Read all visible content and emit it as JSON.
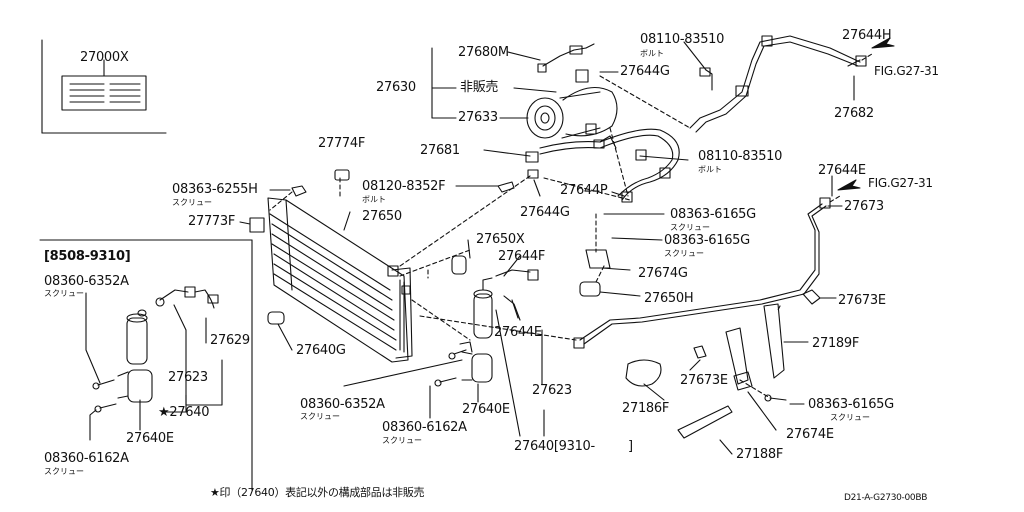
{
  "diagram": {
    "inset_box": {
      "title": "[8508-9310]",
      "labels": [
        "08360-6352A",
        "27629",
        "27623",
        "★27640",
        "27640E",
        "08360-6162A"
      ],
      "sublabels": [
        "スクリュー",
        "スクリュー"
      ]
    },
    "top_box_label": "27000X",
    "labels": [
      "27680M",
      "27630",
      "非販売",
      "27633",
      "27644G",
      "08110-83510",
      "27644H",
      "FIG.G27-31",
      "27682",
      "27681",
      "08110-83510",
      "27774F",
      "08363-6255H",
      "08120-8352F",
      "27644P",
      "27644G",
      "27650",
      "27773F",
      "08363-6165G",
      "27650X",
      "08363-6165G",
      "27644F",
      "27674G",
      "27650H",
      "27644E",
      "27640G",
      "27644E",
      "FIG.G27-31",
      "27673",
      "27673E",
      "27189F",
      "08360-6352A",
      "27623",
      "27640E",
      "27673E",
      "08360-6162A",
      "27186F",
      "08363-6165G",
      "27674E",
      "27640[9310-",
      "]",
      "27188F"
    ],
    "sublabels": [
      "ボルト",
      "ボルト",
      "スクリュー",
      "ボルト",
      "スクリュー",
      "スクリュー",
      "スクリュー",
      "スクリュー",
      "スクリュー"
    ],
    "footnote": "★印（27640）表記以外の構成部品は非販売",
    "ref_code": "D21-A-G2730-00BB"
  },
  "colors": {
    "ink": "#111111",
    "paper": "#ffffff"
  },
  "icons": [
    "arrow-icon",
    "arrow-icon"
  ]
}
